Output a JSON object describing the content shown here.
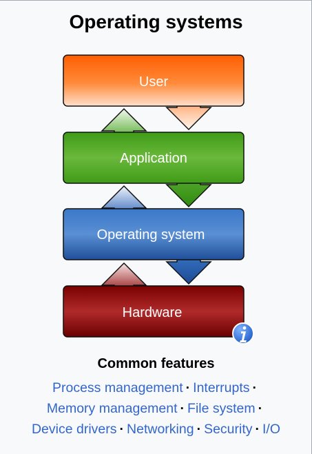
{
  "infobox": {
    "title": "Operating systems",
    "diagram": {
      "layers": [
        {
          "label": "User",
          "color": "#f36c0d"
        },
        {
          "label": "Application",
          "color": "#4ea82a"
        },
        {
          "label": "Operating system",
          "color": "#2e63b8"
        },
        {
          "label": "Hardware",
          "color": "#8e0a0a"
        }
      ],
      "info_icon": "info-icon"
    },
    "features_title": "Common features",
    "features": {
      "row1": [
        "Process management",
        "Interrupts"
      ],
      "row2": [
        "Memory management",
        "File system"
      ],
      "row3": [
        "Device drivers",
        "Networking",
        "Security",
        "I/O"
      ],
      "separator": "·"
    }
  }
}
